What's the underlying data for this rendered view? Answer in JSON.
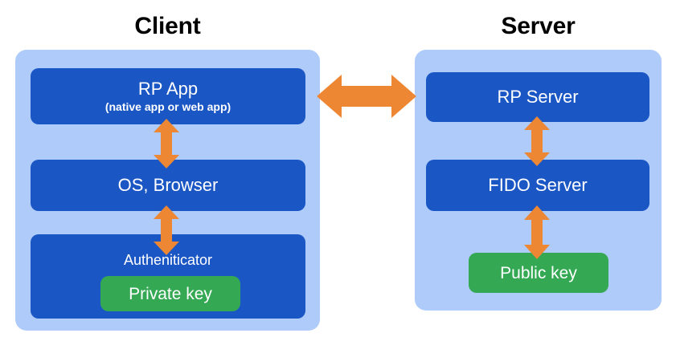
{
  "diagram": {
    "title_client": "Client",
    "title_server": "Server",
    "colors": {
      "group_panel": "#aecbfa",
      "node_box": "#1a56c4",
      "key_pill": "#34a853",
      "arrow": "#ed8733",
      "node_text": "#ffffff",
      "title_text": "#000000",
      "background": "#ffffff"
    }
  },
  "client": {
    "title": "Client",
    "nodes": {
      "rp_app": {
        "title": "RP App",
        "subtitle": "(native app or web app)"
      },
      "os_browser": {
        "title": "OS, Browser"
      },
      "authenticator": {
        "title": "Autheniticator",
        "key": "Private key"
      }
    }
  },
  "server": {
    "title": "Server",
    "nodes": {
      "rp_server": {
        "title": "RP Server"
      },
      "fido_server": {
        "title": "FIDO Server"
      },
      "public_key": {
        "title": "Public key"
      }
    }
  },
  "connections": [
    {
      "name": "client-server-link",
      "from": "RP App",
      "to": "RP Server",
      "direction": "bidirectional",
      "orientation": "horizontal"
    },
    {
      "name": "rpapp-os-link",
      "from": "RP App",
      "to": "OS, Browser",
      "direction": "bidirectional",
      "orientation": "vertical"
    },
    {
      "name": "os-authenticator-link",
      "from": "OS, Browser",
      "to": "Autheniticator",
      "direction": "bidirectional",
      "orientation": "vertical"
    },
    {
      "name": "rpserver-fidoserver-link",
      "from": "RP Server",
      "to": "FIDO Server",
      "direction": "bidirectional",
      "orientation": "vertical"
    },
    {
      "name": "fidoserver-publickey-link",
      "from": "FIDO Server",
      "to": "Public key",
      "direction": "bidirectional",
      "orientation": "vertical"
    }
  ]
}
